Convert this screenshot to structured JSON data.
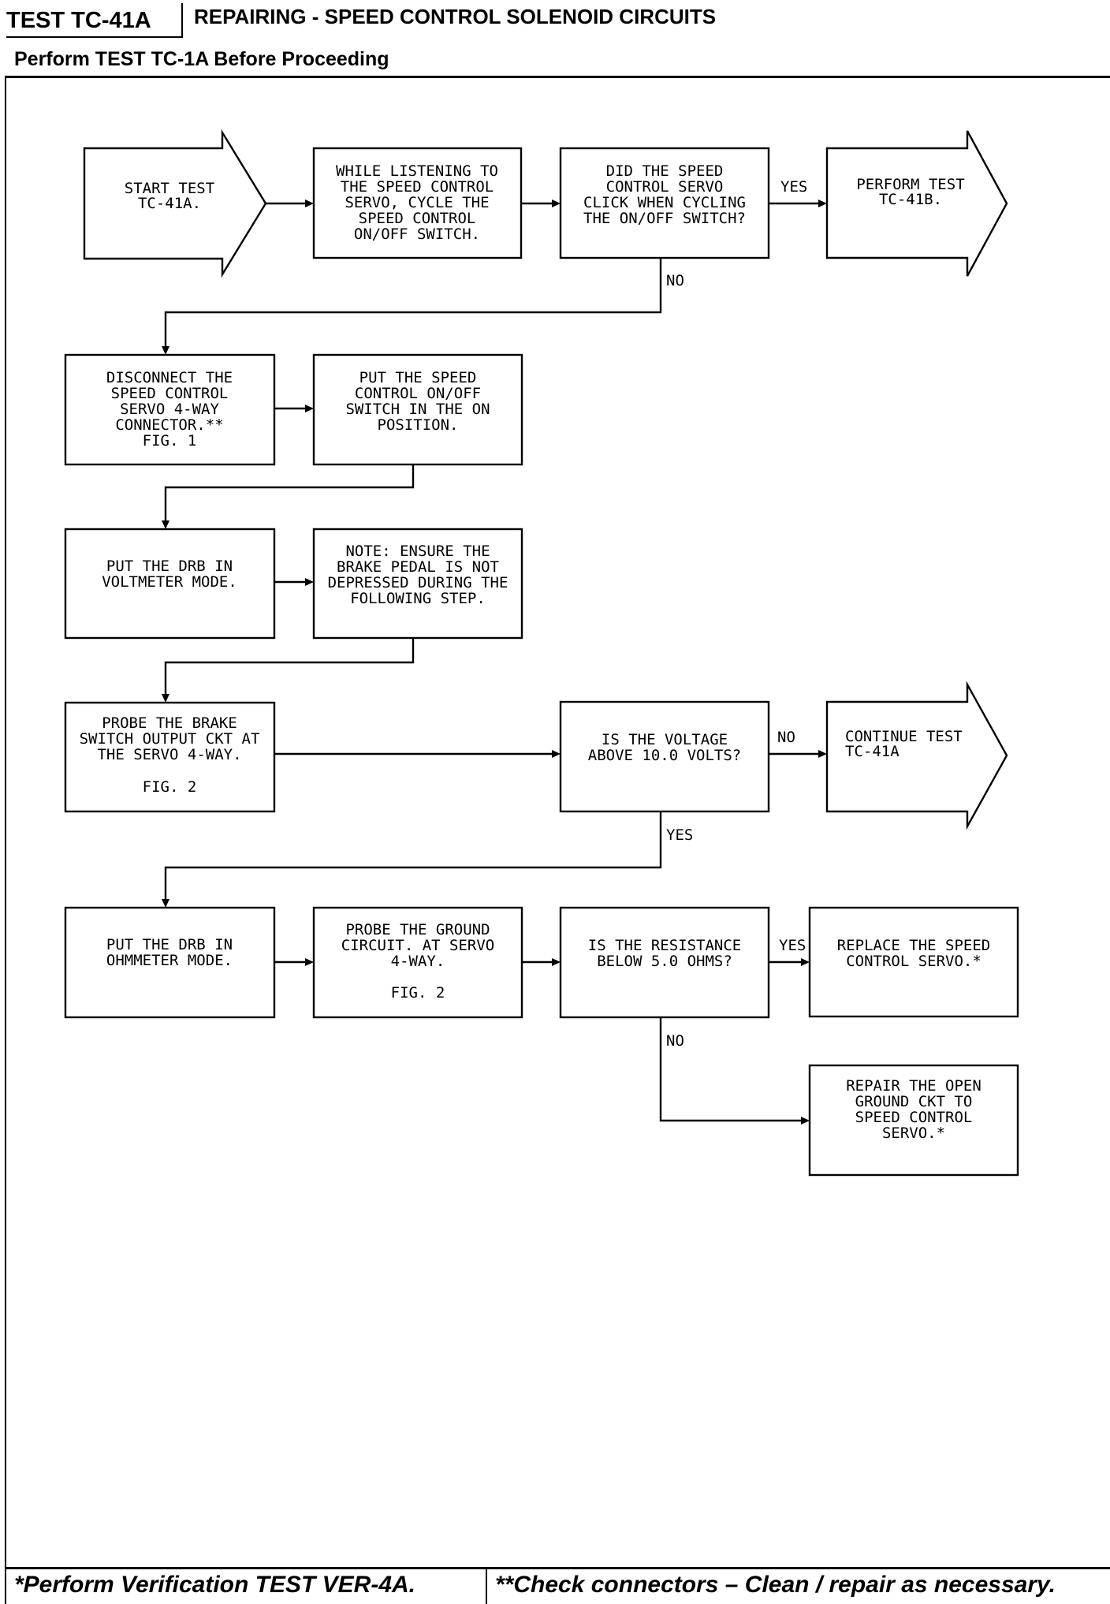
{
  "header": {
    "test_id": "TEST TC-41A",
    "title": "REPAIRING - SPEED CONTROL SOLENOID CIRCUITS",
    "subtitle": "Perform TEST TC-1A Before Proceeding"
  },
  "flow": {
    "start": [
      "START TEST",
      "TC-41A."
    ],
    "listen": [
      "WHILE LISTENING TO",
      "THE SPEED CONTROL",
      "SERVO, CYCLE THE",
      "SPEED CONTROL",
      "ON/OFF SWITCH."
    ],
    "q_click": [
      "DID THE SPEED",
      "CONTROL SERVO",
      "CLICK WHEN CYCLING",
      "THE ON/OFF SWITCH?"
    ],
    "perform_41b": [
      "PERFORM TEST",
      "TC-41B."
    ],
    "disconnect": [
      "DISCONNECT THE",
      "SPEED CONTROL",
      "SERVO 4-WAY",
      "CONNECTOR.**",
      "FIG. 1"
    ],
    "switch_on": [
      "PUT THE SPEED",
      "CONTROL ON/OFF",
      "SWITCH IN THE ON",
      "POSITION."
    ],
    "drb_volt": [
      "PUT THE DRB IN",
      "VOLTMETER MODE."
    ],
    "note_brake": [
      "NOTE:  ENSURE THE",
      "BRAKE PEDAL IS NOT",
      "DEPRESSED DURING THE",
      "FOLLOWING STEP."
    ],
    "probe_brake": [
      "PROBE THE BRAKE",
      "SWITCH OUTPUT CKT AT",
      "THE SERVO 4-WAY."
    ],
    "probe_brake_fig": "FIG. 2",
    "q_voltage": [
      "IS THE VOLTAGE",
      "ABOVE 10.0 VOLTS?"
    ],
    "continue_41a": [
      "CONTINUE TEST",
      "TC-41A"
    ],
    "drb_ohm": [
      "PUT THE DRB IN",
      "OHMMETER MODE."
    ],
    "probe_ground": [
      "PROBE THE GROUND",
      "CIRCUIT. AT SERVO",
      "4-WAY."
    ],
    "probe_ground_fig": "FIG. 2",
    "q_resistance": [
      "IS THE RESISTANCE",
      "BELOW 5.0 OHMS?"
    ],
    "replace_servo": [
      "REPLACE THE SPEED",
      "CONTROL SERVO.*"
    ],
    "repair_ground": [
      "REPAIR THE OPEN",
      "GROUND CKT TO",
      "SPEED CONTROL",
      "SERVO.*"
    ],
    "yes": "YES",
    "no": "NO"
  },
  "footer": {
    "left": "*Perform Verification TEST VER-4A.",
    "right": "**Check connectors – Clean / repair as necessary."
  }
}
